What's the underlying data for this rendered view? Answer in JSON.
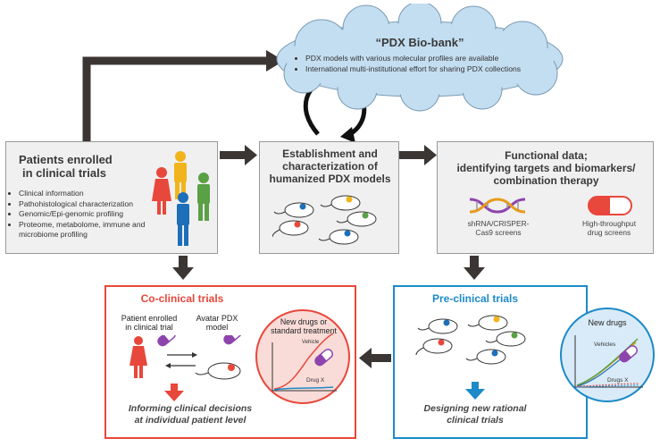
{
  "biobank": {
    "title": "“PDX Bio-bank”",
    "bullets": [
      "PDX models with various molecular profiles are available",
      "International multi-institutional effort for sharing PDX collections"
    ]
  },
  "patients": {
    "title_line1": "Patients enrolled",
    "title_line2": "in clinical trials",
    "items": [
      "Clinical information",
      "Pathohistological characterization",
      "Genomic/Epi-genomic profiling",
      "Proteome, metabolome, immune and microbiome profiling"
    ]
  },
  "establishment": {
    "title_line1": "Establishment and",
    "title_line2": "characterization of",
    "title_line3": "humanized PDX models"
  },
  "functional": {
    "title_line1": "Functional data;",
    "title_line2": "identifying targets and biomarkers/",
    "title_line3": "combination therapy",
    "crispr_line1": "shRNA/CRISPER-",
    "crispr_line2": "Cas9 screens",
    "htp_line1": "High-throughput",
    "htp_line2": "drug screens"
  },
  "coclinical": {
    "title": "Co-clinical trials",
    "patient_line1": "Patient enrolled",
    "patient_line2": "in clinical trial",
    "avatar_line1": "Avatar PDX",
    "avatar_line2": "model",
    "note_line1": "Informing clinical decisions",
    "note_line2": "at individual patient level",
    "circle_line1": "New drugs or",
    "circle_line2": "standard treatment",
    "vehicle": "Vehicle",
    "drugx": "Drug X"
  },
  "preclinical": {
    "title": "Pre-clinical trials",
    "note_line1": "Designing new rational",
    "note_line2": "clinical trials",
    "circle_title": "New drugs",
    "vehicles": "Vehicles",
    "drugsx": "Drugs X"
  },
  "colors": {
    "red": "#e8473b",
    "blue": "#1c8ac8",
    "arrow": "#3b3633",
    "cloud": "#c4def1",
    "box": "#f0f0f0"
  }
}
